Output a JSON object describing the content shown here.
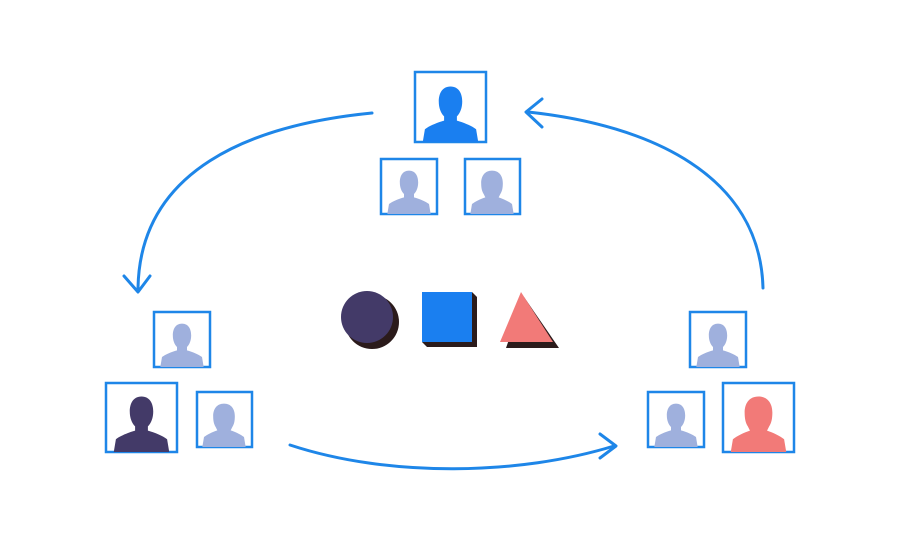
{
  "colors": {
    "stroke": "#1e86e8",
    "primary_person": "#1a7ff0",
    "muted_person": "#9fb0dd",
    "dark_person": "#433a68",
    "coral_person": "#f27a78",
    "shape_shadow": "#2b1b1b",
    "circle": "#433a68",
    "square": "#1a7ff0",
    "triangle": "#f27a78",
    "background": "#ffffff"
  },
  "icons": {
    "person": "person-silhouette-icon",
    "arrow": "curved-arrow",
    "circle": "circle-shape-icon",
    "square": "square-shape-icon",
    "triangle": "triangle-shape-icon"
  },
  "groups": [
    {
      "name": "top-group",
      "members": [
        "primary",
        "muted",
        "muted"
      ]
    },
    {
      "name": "left-group",
      "members": [
        "muted",
        "dark",
        "muted"
      ]
    },
    {
      "name": "right-group",
      "members": [
        "muted",
        "muted",
        "coral"
      ]
    }
  ],
  "cycle": [
    "top-group",
    "left-group",
    "right-group"
  ]
}
